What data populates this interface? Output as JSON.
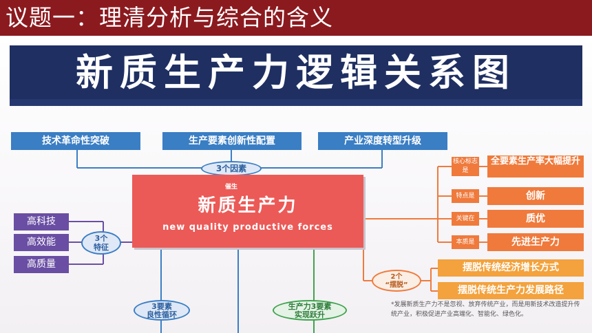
{
  "header": {
    "title": "议题一：理清分析与综合的含义"
  },
  "diagram": {
    "banner": "新质生产力逻辑关系图",
    "top_boxes": [
      "技术革命性突破",
      "生产要素创新性配置",
      "产业深度转型升级"
    ],
    "factor_oval": "3个因素",
    "catalyst": "催生",
    "left_boxes": [
      "高科技",
      "高效能",
      "高质量"
    ],
    "feature_oval": {
      "line1": "3个",
      "line2": "特征"
    },
    "core": {
      "cn": "新质生产力",
      "en": "new quality productive forces"
    },
    "right_items": [
      {
        "small": "核心标志是",
        "label": "全要素生产率大幅提升"
      },
      {
        "small": "特点是",
        "label": "创新"
      },
      {
        "small": "关键在",
        "label": "质优"
      },
      {
        "small": "本质是",
        "label": "先进生产力"
      }
    ],
    "break_oval": {
      "line1": "2个",
      "line2": "“摆脱”"
    },
    "break_items": [
      "摆脱传统经济增长方式",
      "摆脱传统生产力发展路径"
    ],
    "bottom_ovals": [
      {
        "line1": "3要素",
        "line2": "良性循环"
      },
      {
        "line1": "生产力3要素",
        "line2": "实现跃升"
      }
    ],
    "note": "*发展新质生产力不是忽视、放弃传统产业，而是用新技术改造提升传统产业，积极促进产业高端化、智能化、绿色化。"
  },
  "colors": {
    "header": "#8b1a1f",
    "banner": "#1f2f62",
    "blue": "#3a7ec4",
    "red": "#eb5a57",
    "orange": "#ef7a3c",
    "purple": "#6a4ea3",
    "green": "#3fa34d"
  }
}
